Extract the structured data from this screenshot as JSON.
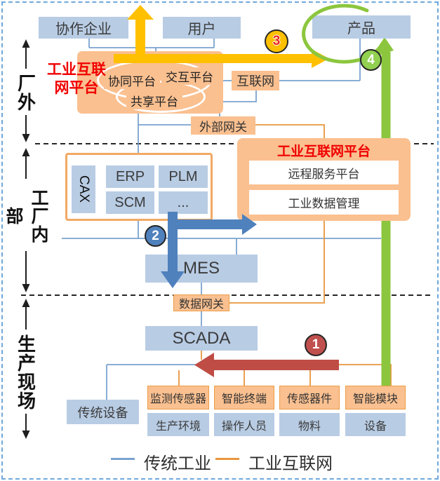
{
  "zones": {
    "outer": "厂外",
    "inner": "工厂内部",
    "field": "生产现场"
  },
  "top_row": {
    "partner": "协作企业",
    "user": "用户",
    "product": "产品"
  },
  "outer_platform": {
    "name_l1": "工业互联",
    "name_l2": "网平台",
    "collab": "协同平台",
    "interact": "交互平台",
    "share": "共享平台"
  },
  "internet": "互联网",
  "external_gateway": "外部网关",
  "apps": {
    "cax": "CAX",
    "erp": "ERP",
    "plm": "PLM",
    "scm": "SCM",
    "more": "..."
  },
  "inner_platform": {
    "title": "工业互联网平台",
    "remote_service": "远程服务平台",
    "industrial_data": "工业数据管理"
  },
  "mes": "MES",
  "data_gateway": "数据网关",
  "scada": "SCADA",
  "field_layer": {
    "legacy_device": "传统设备",
    "pairs": [
      {
        "top": "监测传感器",
        "bottom": "生产环境"
      },
      {
        "top": "智能终端",
        "bottom": "操作人员"
      },
      {
        "top": "传感器件",
        "bottom": "物料"
      },
      {
        "top": "智能模块",
        "bottom": "设备"
      }
    ]
  },
  "badges": {
    "one": "1",
    "two": "2",
    "three": "3",
    "four": "4"
  },
  "legend": {
    "traditional": "传统工业",
    "industrial_internet": "工业互联网"
  },
  "colors": {
    "box_blue": "#b8cce4",
    "box_orange": "#fac090",
    "accent_yellow": "#ffc000",
    "accent_green": "#8cc63e",
    "accent_blue": "#4f81bd",
    "accent_red": "#bf4d45",
    "line_blue": "#7aa3cf",
    "line_orange": "#e8963c",
    "label_red": "#f00000"
  }
}
